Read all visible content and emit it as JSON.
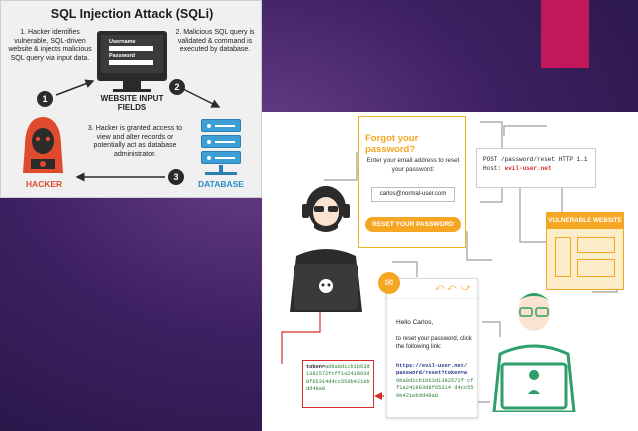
{
  "sqli": {
    "title": "SQL Injection Attack (SQLi)",
    "step1": "1. Hacker identifies vulnerable, SQL-driven website & injects malicious SQL query via input data.",
    "step2": "2. Malicious SQL query is validated & command is executed by database.",
    "step3": "3. Hacker is granted access to view and alter records or potentially act as database administrator.",
    "username_label": "Username",
    "password_label": "Password",
    "website_caption": "WEBSITE INPUT FIELDS",
    "hacker_caption": "HACKER",
    "database_caption": "DATABASE",
    "num1": "1",
    "num2": "2",
    "num3": "3",
    "colors": {
      "hacker": "#e04a2d",
      "database": "#2a8fc9"
    }
  },
  "reset": {
    "forgot_title": "Forgot your password?",
    "forgot_prompt": "Enter your email address to reset your password:",
    "email_value": "carlos@normal-user.com",
    "reset_button": "RESET YOUR PASSWORD",
    "http_line1": "POST /password/reset HTTP 1.1",
    "http_host_label": "Host: ",
    "http_host_value": "evil-user.net",
    "vulnerable_label": "VULNERABLE WEBSITE",
    "email_greeting": "Hello Carlos,",
    "email_body": "to reset your password, click the following link:",
    "link_line1": "https://evil-user.net/",
    "link_line2": "password/reset?token=a",
    "link_token": "0ba0d1cb1b63d1382572f cff1a241893d8f65314 d4cc550b421ebdd48a8",
    "token_label": "token=",
    "token_value": "a0ba0d1cb1b63d1382572fcff1a241893d8f65314d4cc550b421ebdd48a8",
    "colors": {
      "accent": "#f5a623",
      "token": "#d32f2f",
      "link": "#2e7d32"
    }
  }
}
